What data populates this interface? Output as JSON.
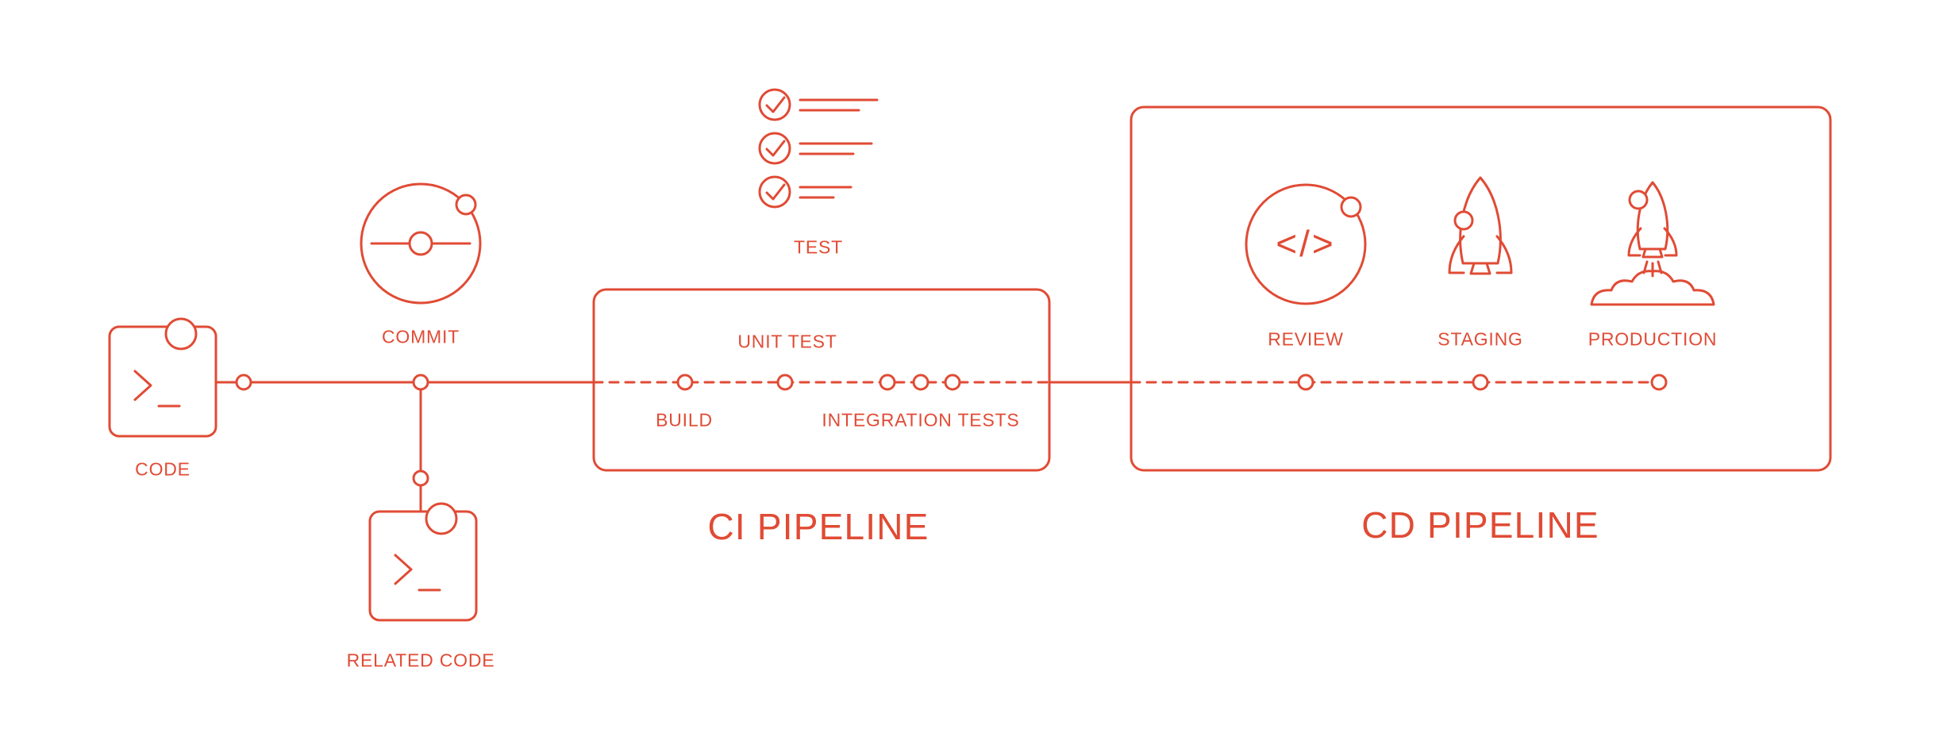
{
  "colors": {
    "accent": "#E04B35",
    "background": "#FFFFFF"
  },
  "source": {
    "code_label": "CODE",
    "commit_label": "COMMIT",
    "related_code_label": "RELATED CODE"
  },
  "ci": {
    "title": "CI PIPELINE",
    "test_label": "TEST",
    "build_label": "BUILD",
    "unit_test_label": "UNIT TEST",
    "integration_tests_label": "INTEGRATION TESTS"
  },
  "cd": {
    "title": "CD PIPELINE",
    "review_label": "REVIEW",
    "review_glyph": "</>",
    "staging_label": "STAGING",
    "production_label": "PRODUCTION"
  }
}
